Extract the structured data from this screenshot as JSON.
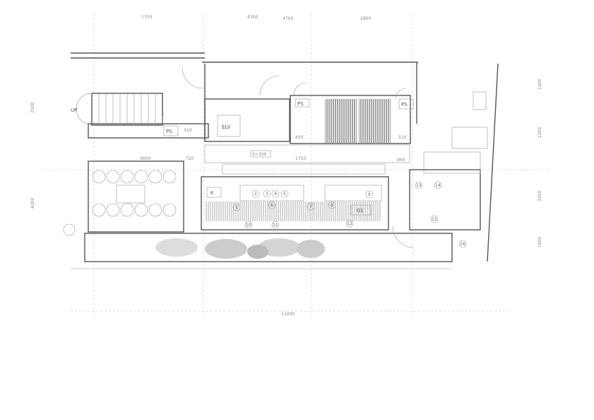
{
  "plan": {
    "top_dims": [
      "1750",
      "4350",
      "4700",
      "2800"
    ],
    "bottom_dim": "11000",
    "right_dims": [
      "1400",
      "2200",
      "3200",
      "1600"
    ],
    "left_dims": [
      "2500",
      "4200"
    ],
    "labels": {
      "ps1": "PS",
      "ps2": "PS",
      "ps3": "PS",
      "elv": "ELV",
      "up": "UP",
      "stair_rise": "S=300",
      "k": "K",
      "g1": "G1",
      "d1750": "1750",
      "d3600": "3600",
      "d960": "960",
      "d450": "450",
      "d510": "510",
      "d720": "720",
      "d310": "310"
    },
    "numbered_items": [
      "1",
      "2",
      "3",
      "4",
      "5",
      "6",
      "7",
      "8",
      "9",
      "10",
      "11",
      "12",
      "13",
      "14",
      "15",
      "16"
    ]
  },
  "colors": {
    "ink": "#555555",
    "paper": "#ffffff"
  }
}
